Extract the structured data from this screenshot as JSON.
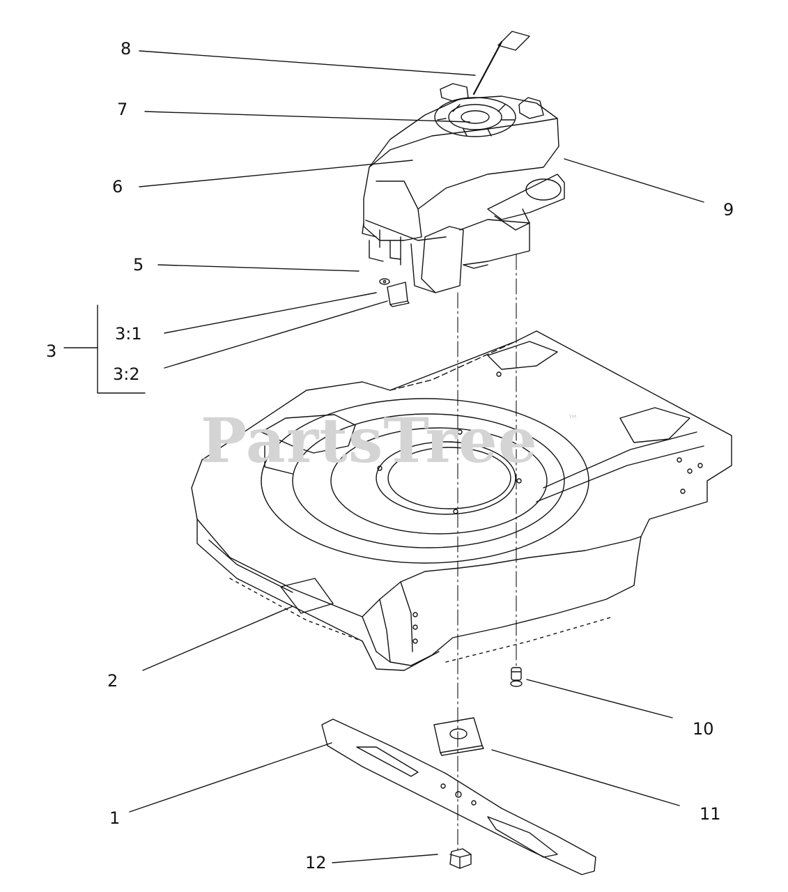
{
  "watermark": {
    "text": "PartsTree",
    "trademark": "™"
  },
  "callouts": {
    "c1": "1",
    "c2": "2",
    "c3": "3",
    "c3_1": "3:1",
    "c3_2": "3:2",
    "c5": "5",
    "c6": "6",
    "c7": "7",
    "c8": "8",
    "c9": "9",
    "c10": "10",
    "c11": "11",
    "c12": "12"
  }
}
